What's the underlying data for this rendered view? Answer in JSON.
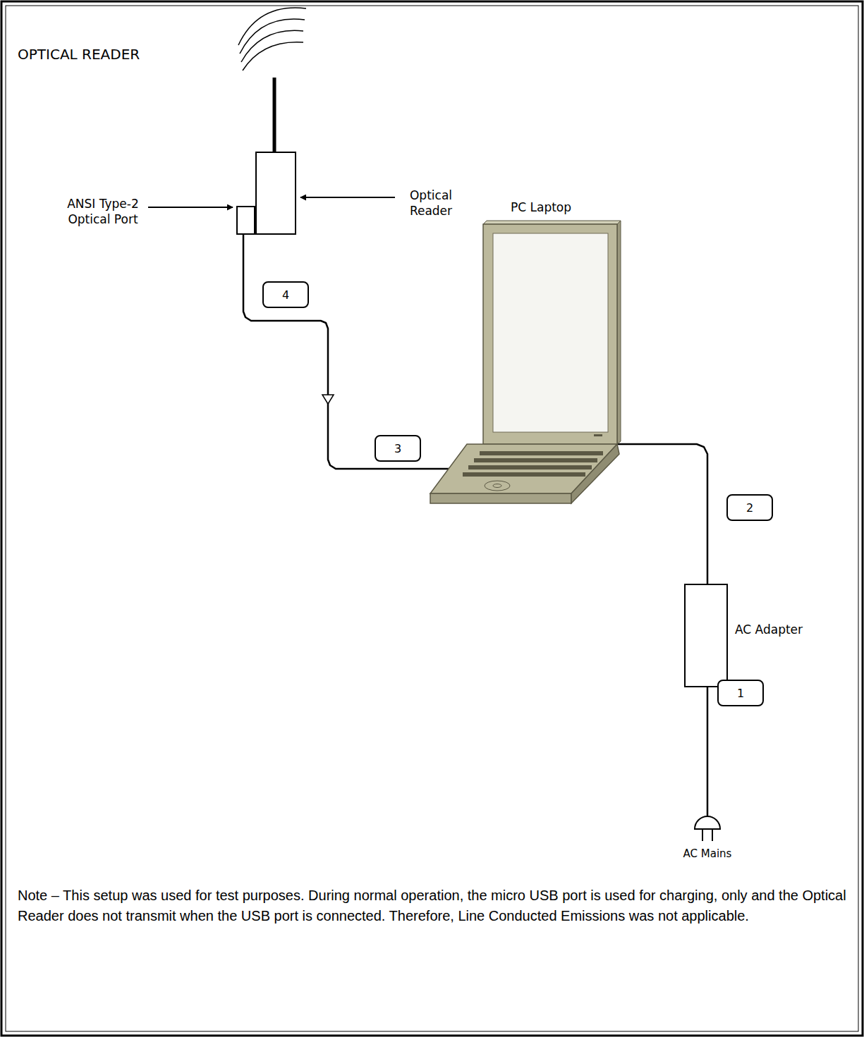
{
  "diagram": {
    "title": "OPTICAL READER",
    "nodes": [
      {
        "text": [
          "ANSI Type-2 Optical Port"
        ]
      },
      {
        "text": [
          "Optical Reader"
        ]
      },
      {
        "text": [
          "PC Laptop"
        ]
      },
      {
        "text": [
          "AC Adapter"
        ]
      },
      {
        "text": [
          "AC Mains"
        ]
      }
    ],
    "edges": [
      {
        "from": 0,
        "to": 2,
        "label": "4",
        "arrow": "none"
      },
      {
        "from": 2,
        "to": 3,
        "label": "2",
        "arrow": "none"
      },
      {
        "from": 3,
        "to": 4,
        "label": "1",
        "arrow": "none"
      }
    ],
    "labels": [
      "3",
      "Note – This setup was used for test purposes.  During normal operation, the micro USB port is used for charging, only and the Optical Reader does not transmit when the USB port is connected.  Therefore, Line Conducted Emissions was not applicable."
    ]
  }
}
